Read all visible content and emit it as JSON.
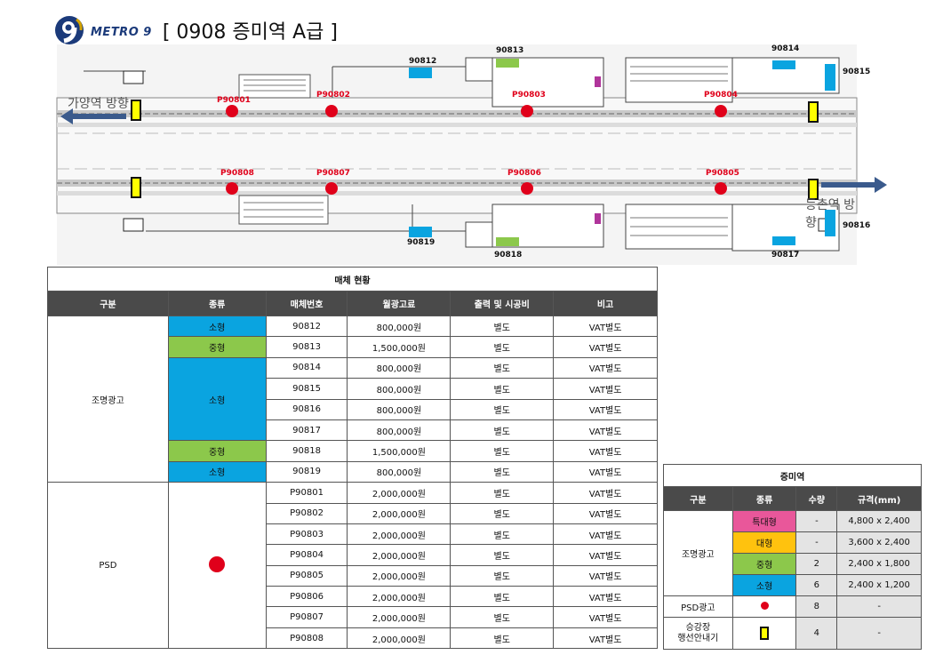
{
  "header": {
    "logo_text": "METRO 9",
    "title": "[ 0908  증미역 A급 ]"
  },
  "map": {
    "labels_top": [
      "90812",
      "90813",
      "90814",
      "90815"
    ],
    "labels_bottom": [
      "90819",
      "90818",
      "90817",
      "90816"
    ],
    "psd_top": [
      "P90801",
      "P90802",
      "P90803",
      "P90804"
    ],
    "psd_bottom": [
      "P90808",
      "P90807",
      "P90806",
      "P90805"
    ],
    "direction_left": "가양역 방향",
    "direction_right": "등촌역 방향",
    "colors": {
      "small": "#0aa4e0",
      "medium": "#8cc84b",
      "psd": "#e0001a",
      "sign": "#ffff00",
      "arrow": "#3a5a8c"
    }
  },
  "main_table": {
    "caption": "매체 현황",
    "headers": [
      "구분",
      "종류",
      "매체번호",
      "월광고료",
      "출력 및 시공비",
      "비고"
    ],
    "groups": {
      "light": "조명광고",
      "psd": "PSD"
    },
    "type_labels": {
      "small": "소형",
      "medium": "중형"
    },
    "rows": [
      {
        "id": "90812",
        "price": "800,000원",
        "cost": "별도",
        "note": "VAT별도"
      },
      {
        "id": "90813",
        "price": "1,500,000원",
        "cost": "별도",
        "note": "VAT별도"
      },
      {
        "id": "90814",
        "price": "800,000원",
        "cost": "별도",
        "note": "VAT별도"
      },
      {
        "id": "90815",
        "price": "800,000원",
        "cost": "별도",
        "note": "VAT별도"
      },
      {
        "id": "90816",
        "price": "800,000원",
        "cost": "별도",
        "note": "VAT별도"
      },
      {
        "id": "90817",
        "price": "800,000원",
        "cost": "별도",
        "note": "VAT별도"
      },
      {
        "id": "90818",
        "price": "1,500,000원",
        "cost": "별도",
        "note": "VAT별도"
      },
      {
        "id": "90819",
        "price": "800,000원",
        "cost": "별도",
        "note": "VAT별도"
      },
      {
        "id": "P90801",
        "price": "2,000,000원",
        "cost": "별도",
        "note": "VAT별도"
      },
      {
        "id": "P90802",
        "price": "2,000,000원",
        "cost": "별도",
        "note": "VAT별도"
      },
      {
        "id": "P90803",
        "price": "2,000,000원",
        "cost": "별도",
        "note": "VAT별도"
      },
      {
        "id": "P90804",
        "price": "2,000,000원",
        "cost": "별도",
        "note": "VAT별도"
      },
      {
        "id": "P90805",
        "price": "2,000,000원",
        "cost": "별도",
        "note": "VAT별도"
      },
      {
        "id": "P90806",
        "price": "2,000,000원",
        "cost": "별도",
        "note": "VAT별도"
      },
      {
        "id": "P90807",
        "price": "2,000,000원",
        "cost": "별도",
        "note": "VAT별도"
      },
      {
        "id": "P90808",
        "price": "2,000,000원",
        "cost": "별도",
        "note": "VAT별도"
      }
    ]
  },
  "summary_table": {
    "caption": "증미역",
    "headers": [
      "구분",
      "종류",
      "수량",
      "규격(mm)"
    ],
    "light_group": "조명광고",
    "rows": [
      {
        "type": "특대형",
        "qty": "-",
        "size": "4,800 x 2,400",
        "color": "#e9579a"
      },
      {
        "type": "대형",
        "qty": "-",
        "size": "3,600 x 2,400",
        "color": "#ffc20e"
      },
      {
        "type": "중형",
        "qty": "2",
        "size": "2,400 x 1,800",
        "color": "#8cc84b"
      },
      {
        "type": "소형",
        "qty": "6",
        "size": "2,400 x 1,200",
        "color": "#0aa4e0"
      }
    ],
    "psd": {
      "label": "PSD광고",
      "qty": "8",
      "size": "-"
    },
    "sign": {
      "label_line1": "승강장",
      "label_line2": "행선안내기",
      "qty": "4",
      "size": "-"
    }
  }
}
